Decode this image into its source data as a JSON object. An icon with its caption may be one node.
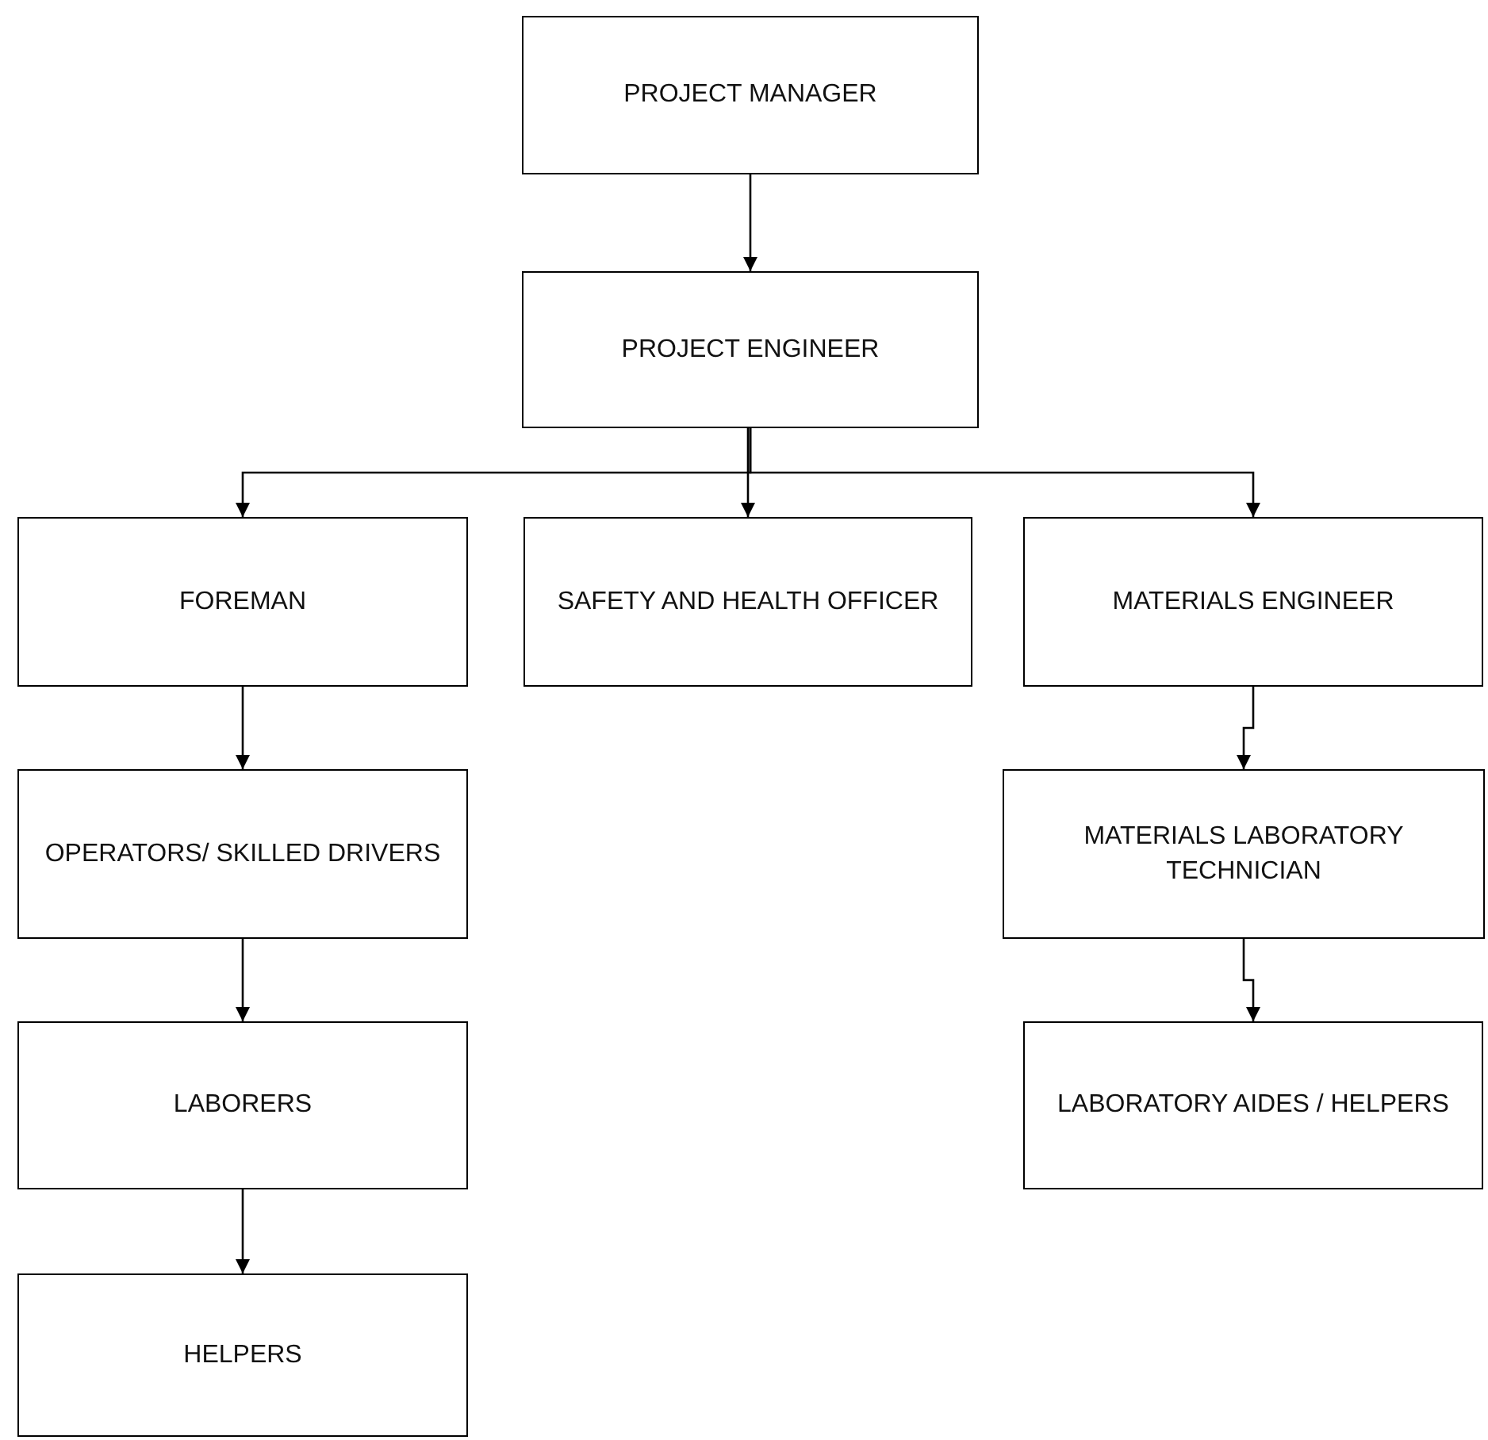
{
  "diagram": {
    "nodes": [
      {
        "text": [
          "PROJECT MANAGER"
        ]
      },
      {
        "text": [
          "PROJECT ENGINEER"
        ]
      },
      {
        "text": [
          "FOREMAN"
        ]
      },
      {
        "text": [
          "SAFETY AND HEALTH OFFICER"
        ]
      },
      {
        "text": [
          "MATERIALS ENGINEER"
        ]
      },
      {
        "text": [
          "OPERATORS/ SKILLED DRIVERS"
        ]
      },
      {
        "text": [
          "MATERIALS LABORATORY TECHNICIAN"
        ]
      },
      {
        "text": [
          "LABORERS"
        ]
      },
      {
        "text": [
          "LABORATORY AIDES / HELPERS"
        ]
      },
      {
        "text": [
          "HELPERS"
        ]
      }
    ],
    "edges": [
      {
        "from": 0,
        "to": 1,
        "arrow": "to"
      },
      {
        "from": 1,
        "to": 2,
        "arrow": "to"
      },
      {
        "from": 1,
        "to": 3,
        "arrow": "to"
      },
      {
        "from": 1,
        "to": 4,
        "arrow": "to"
      },
      {
        "from": 2,
        "to": 5,
        "arrow": "to"
      },
      {
        "from": 5,
        "to": 7,
        "arrow": "to"
      },
      {
        "from": 7,
        "to": 9,
        "arrow": "to"
      },
      {
        "from": 4,
        "to": 6,
        "arrow": "to"
      },
      {
        "from": 6,
        "to": 8,
        "arrow": "to"
      }
    ]
  }
}
